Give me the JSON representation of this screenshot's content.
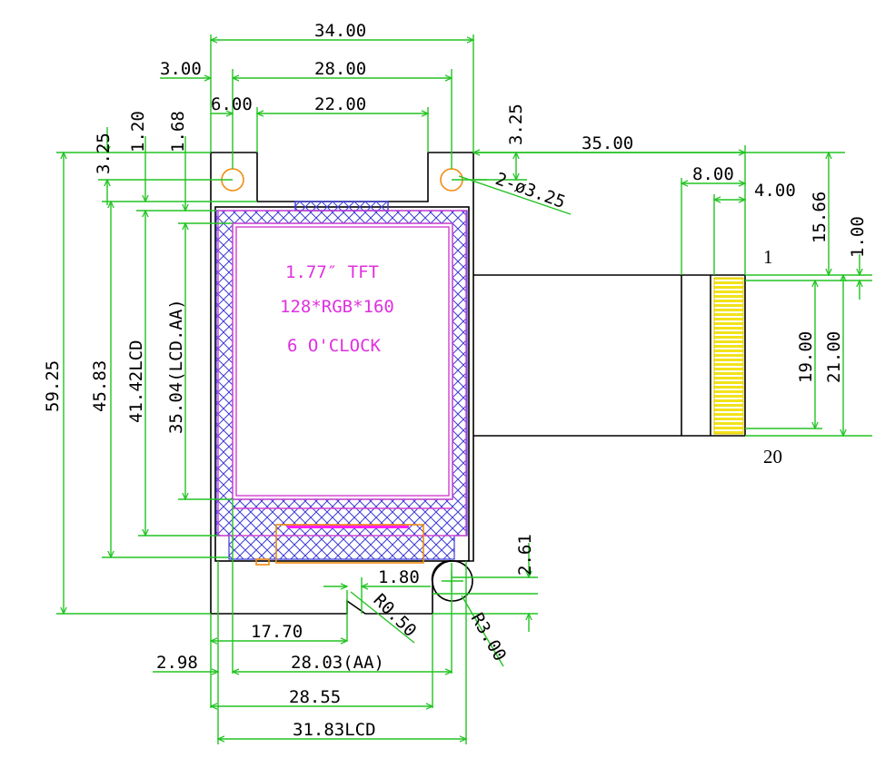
{
  "display": {
    "title": "1.77″ TFT",
    "resolution": "128*RGB*160",
    "orientation": "6 O'CLOCK"
  },
  "dimensions": {
    "width_overall": "34.00",
    "hole_spacing": "28.00",
    "hole_offset": "3.00",
    "notch_width": "22.00",
    "notch_offset": "6.00",
    "hole_spec": "2-ø3.25",
    "hole_top": "3.25",
    "fpc_length": "35.00",
    "fpc_stiffener": "8.00",
    "fpc_pad_length": "4.00",
    "fpc_offset": "15.66",
    "pin1_offset": "1.00",
    "pad_span": "19.00",
    "fpc_width": "21.00",
    "height_overall": "59.25",
    "left_3_25": "3.25",
    "left_1_20": "1.20",
    "left_1_68": "1.68",
    "lcd_height_module": "45.83",
    "lcd_height": "41.42LCD",
    "aa_height": "35.04(LCD.AA)",
    "tab_height": "2.61",
    "tab_width": "1.80",
    "radius_small": "R0.50",
    "radius_large": "R3.00",
    "tab_position": "17.70",
    "aa_offset": "2.98",
    "aa_width": "28.03(AA)",
    "bottom_width": "28.55",
    "lcd_width": "31.83LCD"
  },
  "pins": {
    "first": "1",
    "last": "20"
  },
  "colors": {
    "dimension_lines": "#22c322",
    "outline": "#000000",
    "lcd_outline": "#d040d0",
    "crosshatch": "#3a3ad8",
    "mount_holes": "#f08c10",
    "fpc_pads": "#f0e010"
  }
}
